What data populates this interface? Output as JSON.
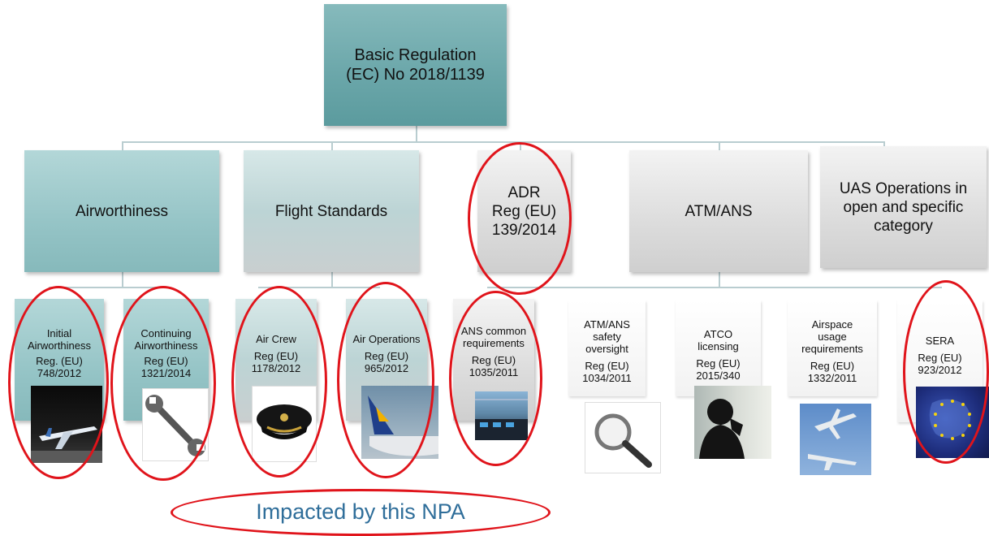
{
  "root": {
    "title": "Basic Regulation",
    "subtitle": "(EC) No 2018/1139"
  },
  "categories": [
    {
      "id": "airworthiness",
      "label": "Airworthiness"
    },
    {
      "id": "flight-standards",
      "label": "Flight Standards"
    },
    {
      "id": "adr",
      "label": "ADR",
      "reg": "Reg (EU)",
      "num": "139/2014"
    },
    {
      "id": "atm-ans",
      "label": "ATM/ANS"
    },
    {
      "id": "uas",
      "label": "UAS Operations in open and specific category"
    }
  ],
  "subs": [
    {
      "name": "Initial\nAirworthiness",
      "reg": "Reg. (EU)",
      "num": "748/2012",
      "photo": "airplane-photo"
    },
    {
      "name": "Continuing\nAirworthiness",
      "reg": "Reg (EU)",
      "num": "1321/2014",
      "photo": "wrench-photo"
    },
    {
      "name": "Air Crew",
      "reg": "Reg (EU)",
      "num": "1178/2012",
      "photo": "pilot-cap-photo"
    },
    {
      "name": "Air Operations",
      "reg": "Reg (EU)",
      "num": "965/2012",
      "photo": "aircraft-tail-photo"
    },
    {
      "name": "ANS common\nrequirements",
      "reg": "Reg (EU)",
      "num": "1035/2011",
      "photo": "control-tower-photo"
    },
    {
      "name": "ATM/ANS\nsafety\noversight",
      "reg": "Reg (EU)",
      "num": "1034/2011",
      "photo": "magnifier-photo"
    },
    {
      "name": "ATCO\nlicensing",
      "reg": "Reg (EU)",
      "num": "2015/340",
      "photo": "controller-silhouette-photo"
    },
    {
      "name": "Airspace\nusage\nrequirements",
      "reg": "Reg (EU)",
      "num": "1332/2011",
      "photo": "airliners-photo"
    },
    {
      "name": "SERA",
      "reg": "Reg (EU)",
      "num": "923/2012",
      "photo": "eu-map-photo"
    }
  ],
  "legend": {
    "label": "Impacted by this NPA"
  },
  "colors": {
    "highlight": "#e0141b",
    "legend_text": "#2f6e9a",
    "teal": "#95c4c6",
    "grey": "#dcdcdc"
  }
}
